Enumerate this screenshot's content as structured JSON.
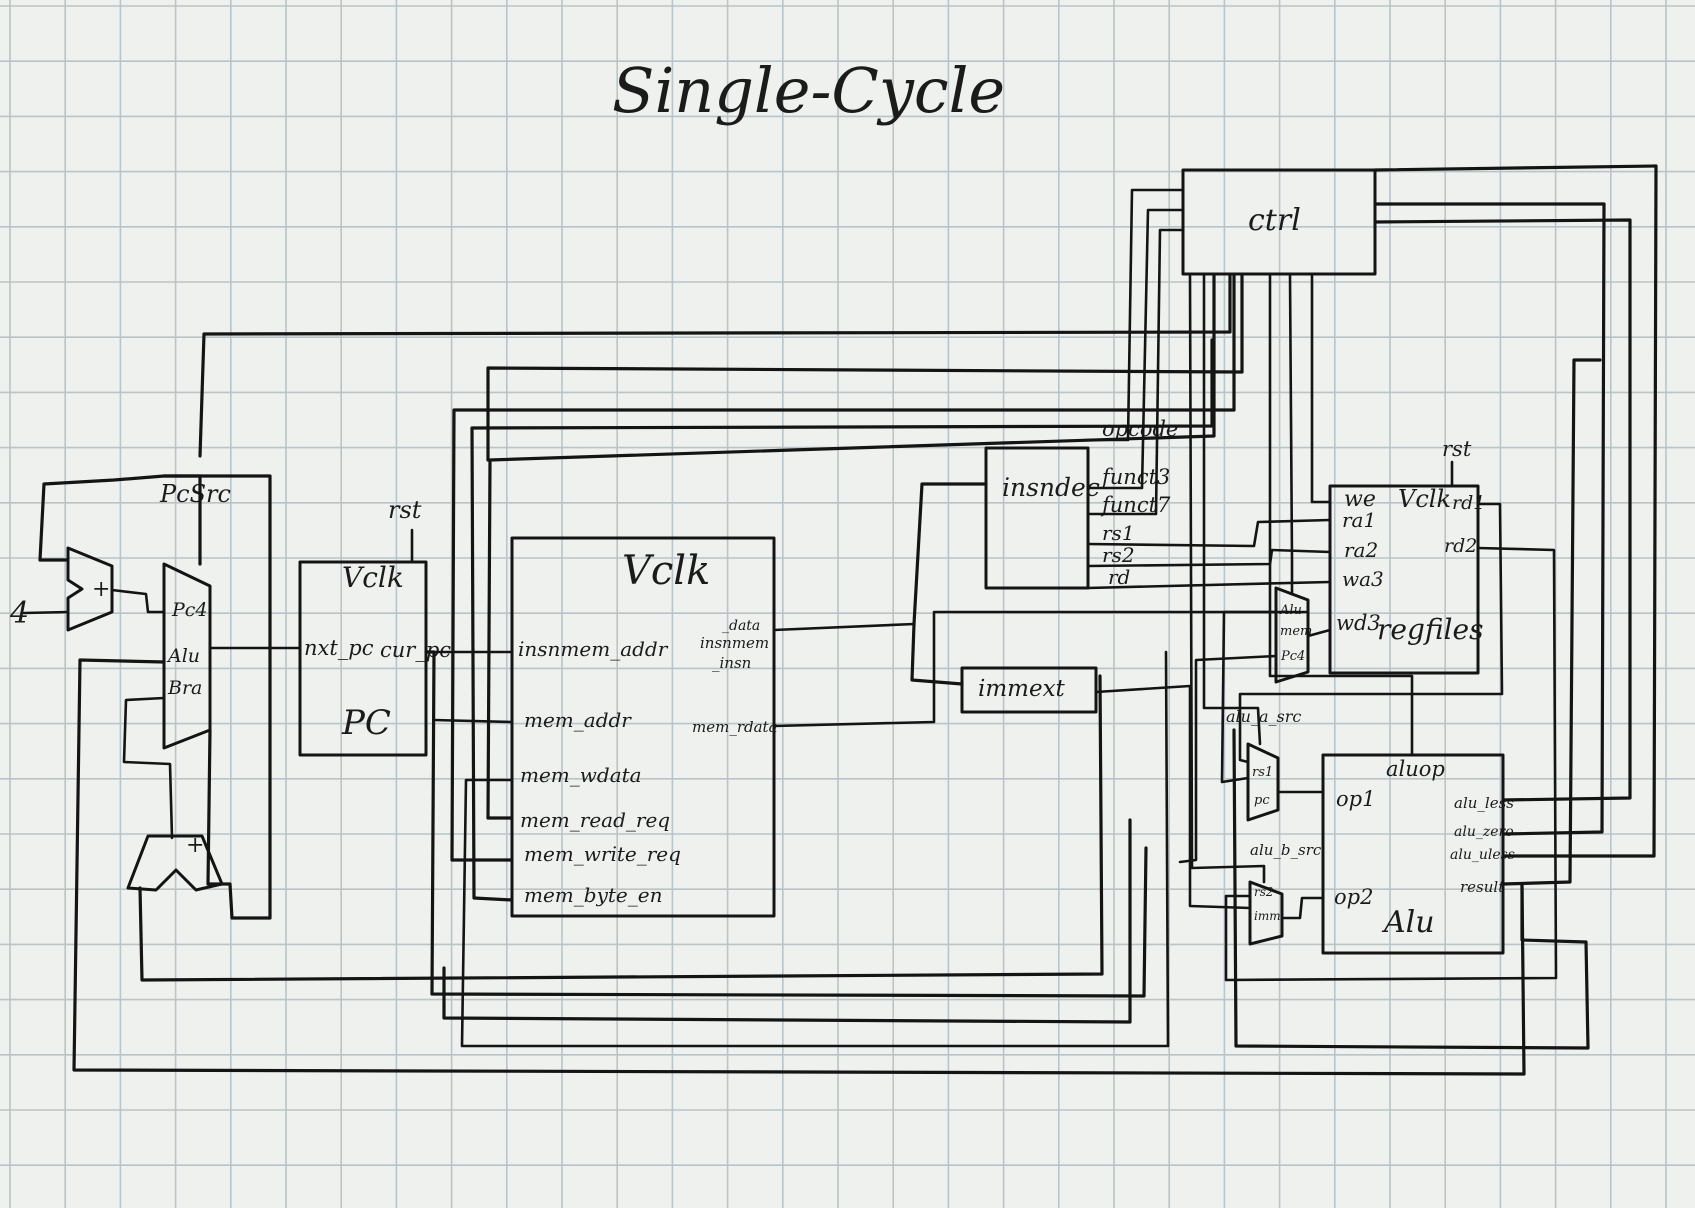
{
  "title": "Single-Cycle",
  "colors": {
    "paper": "#eef1ee",
    "grid": "#b9c4c9",
    "ink": "#141414"
  },
  "blocks": {
    "ctrl": {
      "name": "ctrl"
    },
    "pc": {
      "clk": "Vclk",
      "rst": "rst",
      "in_nxt_pc": "nxt_pc",
      "out_cur_pc": "cur_pc",
      "name": "PC"
    },
    "mem": {
      "clk": "Vclk",
      "insnmem_addr": "insnmem_addr",
      "mem_addr": "mem_addr",
      "mem_wdata": "mem_wdata",
      "mem_read_req": "mem_read_req",
      "mem_write_req": "mem_write_req",
      "mem_byte_en": "mem_byte_en",
      "insnmem_insn_a": "insnmem",
      "insnmem_insn_b": "_insn",
      "data_label": "_data",
      "mem_rdata": "mem_rdata"
    },
    "insndec": {
      "name": "insndec",
      "opcode": "opcode",
      "funct3": "funct3",
      "funct7": "funct7",
      "rs1": "rs1",
      "rs2": "rs2",
      "rd": "rd"
    },
    "immext": {
      "name": "immext"
    },
    "regfiles": {
      "rst": "rst",
      "we": "we",
      "clk": "Vclk",
      "ra1": "ra1",
      "ra2": "ra2",
      "wa3": "wa3",
      "wd3": "wd3",
      "rd1": "rd1",
      "rd2": "rd2",
      "name": "regfiles"
    },
    "wbmux": {
      "alu": "Alu",
      "mem": "mem",
      "pc4": "Pc4"
    },
    "alu": {
      "aluop": "aluop",
      "op1": "op1",
      "op2": "op2",
      "alu_less": "alu_less",
      "alu_zero": "alu_zero",
      "alu_uless": "alu_uless",
      "result": "result",
      "name": "Alu"
    },
    "alu_a_src": "alu_a_src",
    "alu_b_src": "alu_b_src",
    "amux": {
      "rs1": "rs1",
      "pc": "pc"
    },
    "bmux": {
      "rs2": "rs2",
      "imm": "imm"
    },
    "pcmux": {
      "sel": "PcSrc",
      "pc4": "Pc4",
      "alu": "Alu",
      "bra": "Bra"
    },
    "adder4": {
      "const": "4",
      "plus": "+"
    },
    "adder_bra": {
      "plus": "+"
    }
  }
}
